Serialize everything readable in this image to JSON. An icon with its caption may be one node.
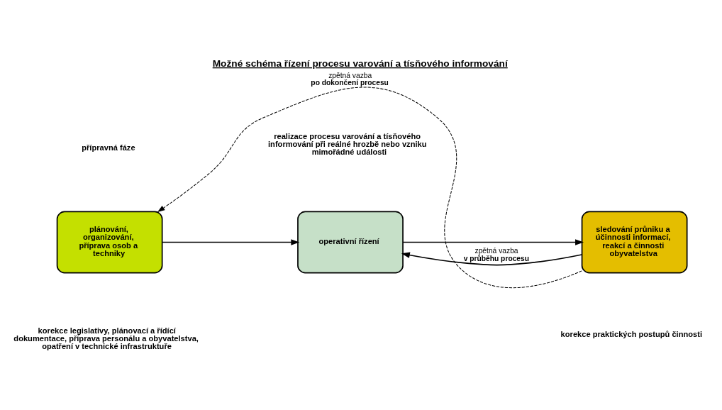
{
  "diagram": {
    "title": "Možné schéma řízení procesu varování a tísňového informování",
    "nodes": [
      {
        "text": [
          "plánování, organizování, příprava osob a techniky"
        ]
      },
      {
        "text": [
          "operativní řízení"
        ]
      },
      {
        "text": [
          "sledování průniku a účinnosti informací, reakcí a činnosti obyvatelstva"
        ]
      }
    ],
    "edges": [
      {
        "from": 0,
        "to": 1,
        "arrow": "to"
      },
      {
        "from": 1,
        "to": 2,
        "arrow": "to"
      },
      {
        "from": 2,
        "to": 1,
        "arrow": "to",
        "label": "zpětná vazba **v průběhu procesu**"
      },
      {
        "from": 2,
        "to": 0,
        "arrow": "to",
        "style": "dashed",
        "label": "zpětná vazba **po dokončení procesu**"
      }
    ],
    "labels": [
      "přípravná fáze",
      "realizace procesu varování a tísňového informování při reálné hrozbě nebo vzniku mimořádné události",
      "korekce legislativy, plánovací a řídící dokumentace, příprava personálu a obyvatelstva, opatření v technické infrastruktuře",
      "korekce praktických postupů činnosti"
    ]
  }
}
